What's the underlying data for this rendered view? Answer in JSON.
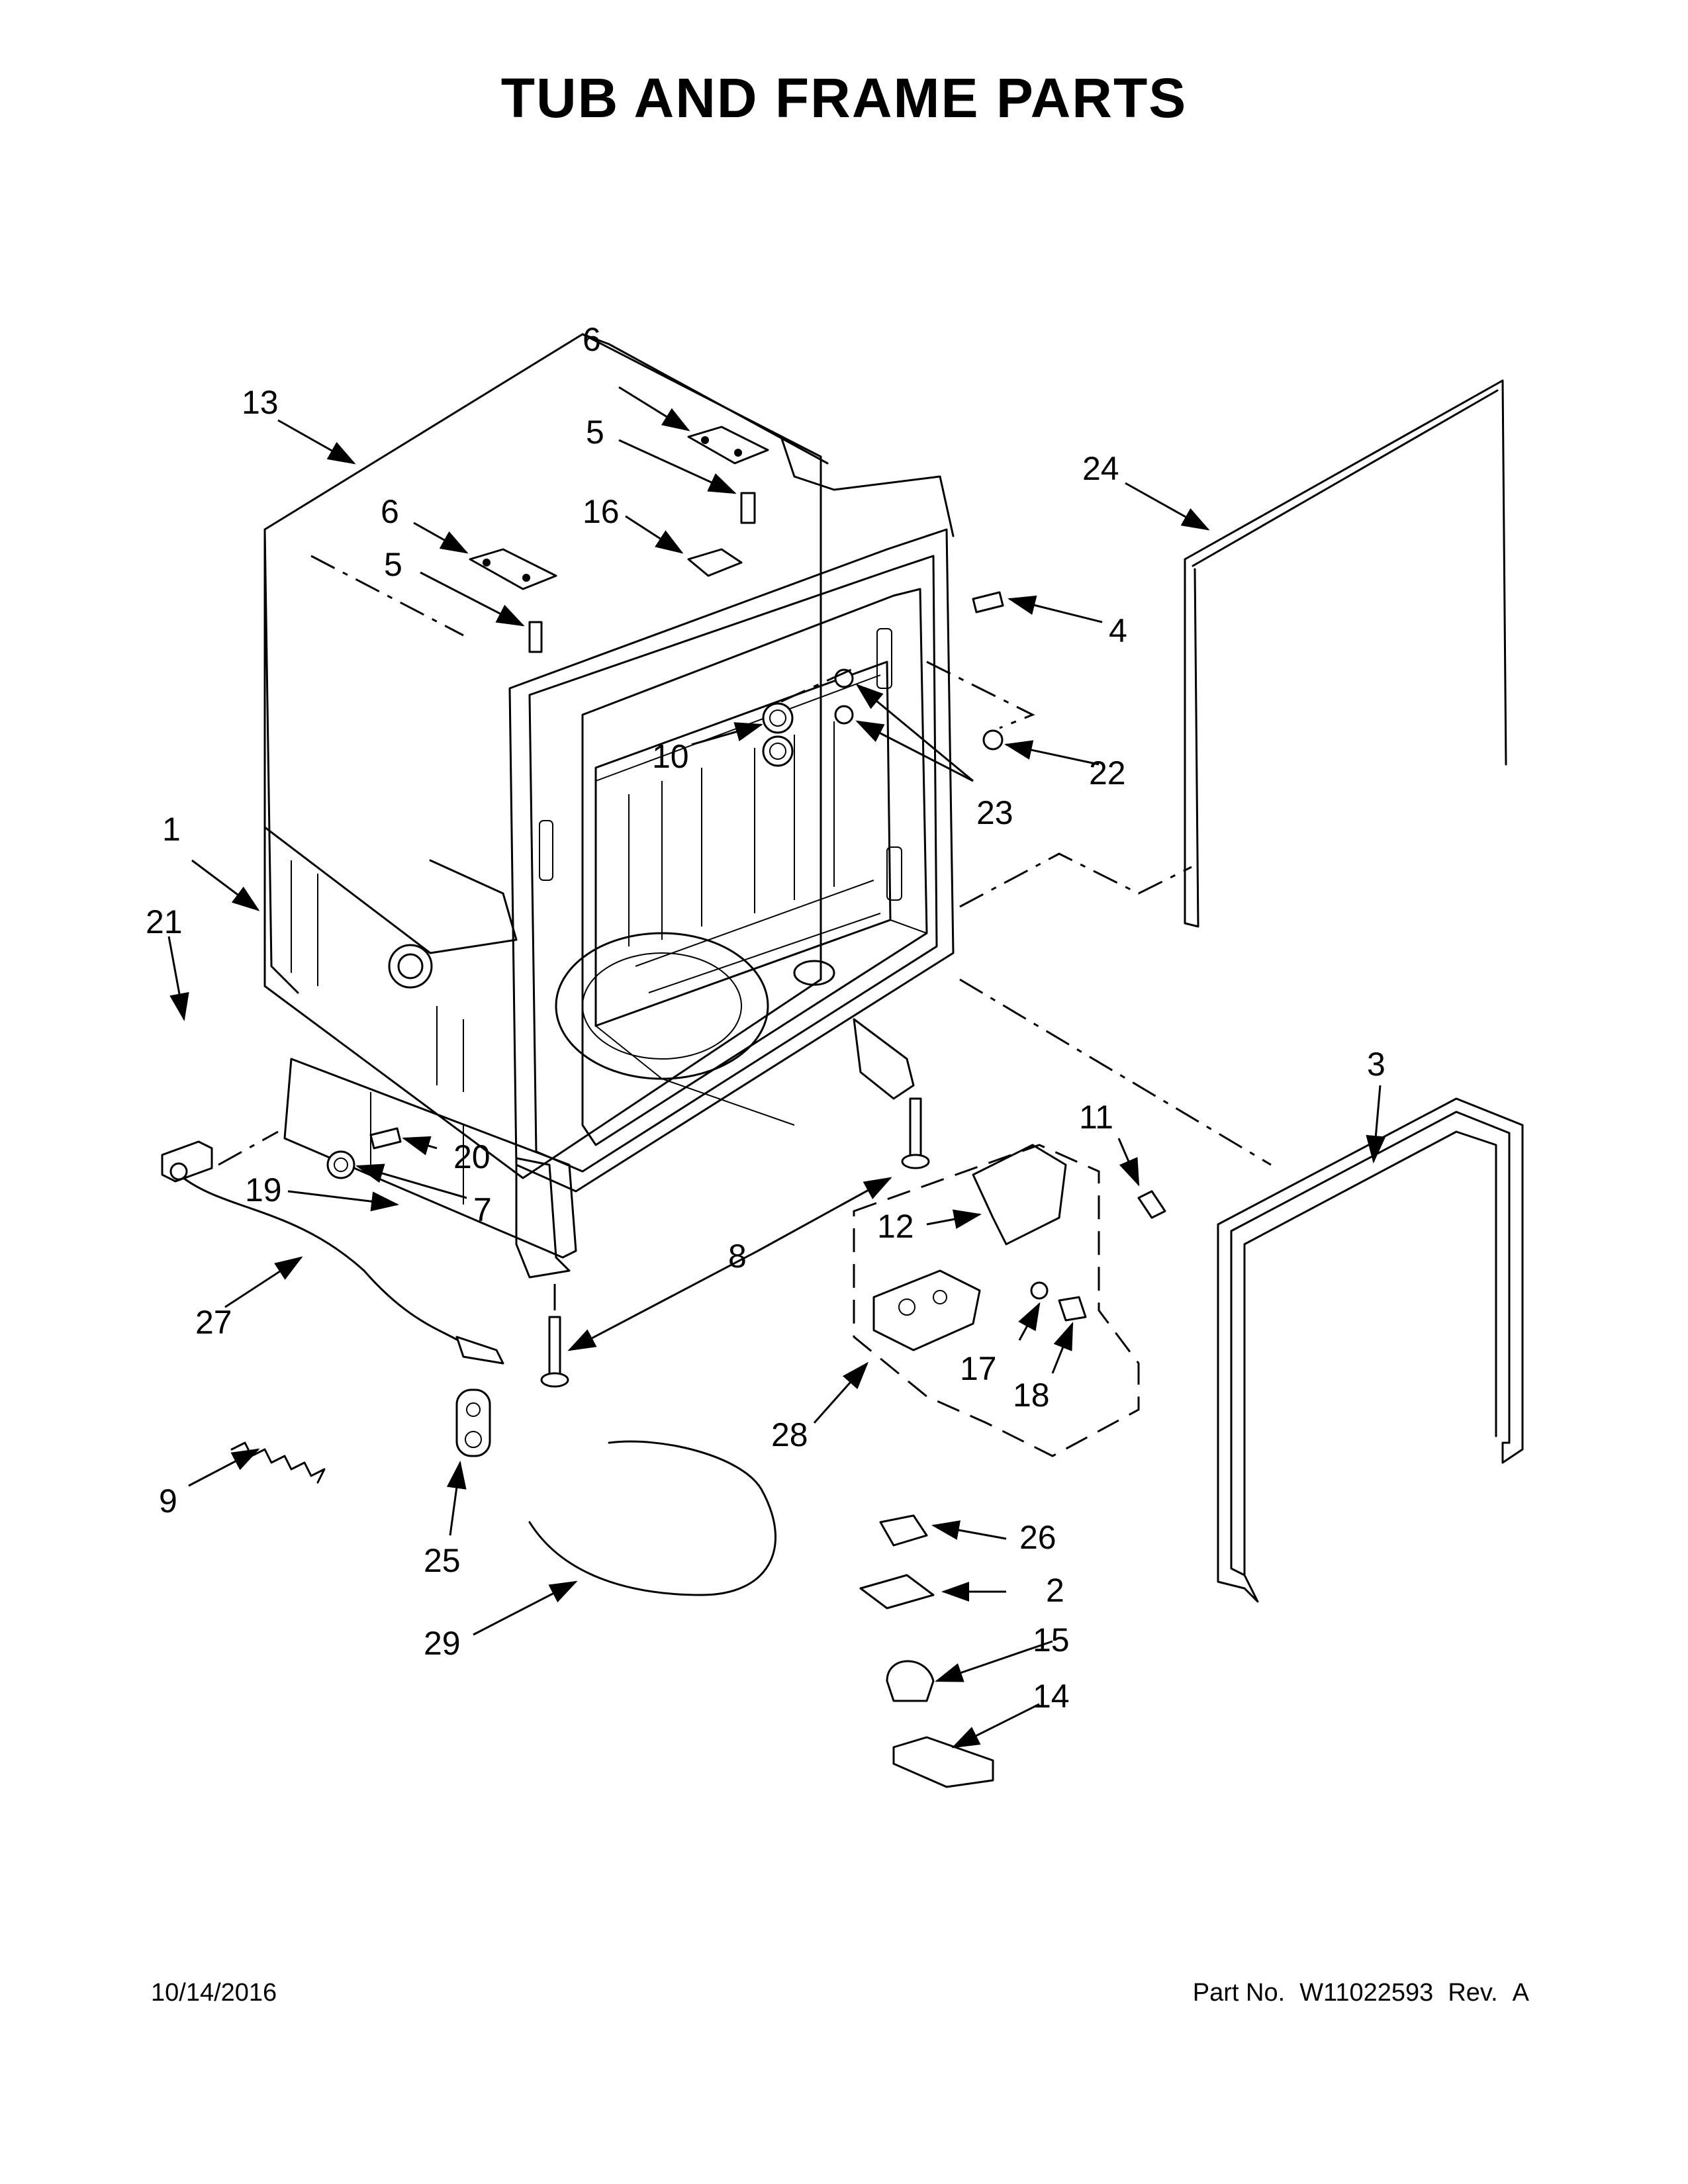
{
  "title": "TUB AND FRAME PARTS",
  "footer": {
    "date": "10/14/2016",
    "part_no_label": "Part No.",
    "part_no": "W11022593",
    "rev_label": "Rev.",
    "rev": "A"
  },
  "callouts": {
    "c1": "1",
    "c2": "2",
    "c3": "3",
    "c4": "4",
    "c5a": "5",
    "c5b": "5",
    "c6a": "6",
    "c6b": "6",
    "c7": "7",
    "c8": "8",
    "c9": "9",
    "c10": "10",
    "c11": "11",
    "c12": "12",
    "c13": "13",
    "c14": "14",
    "c15": "15",
    "c16": "16",
    "c17": "17",
    "c18": "18",
    "c19": "19",
    "c20": "20",
    "c21": "21",
    "c22": "22",
    "c23": "23",
    "c24": "24",
    "c25": "25",
    "c26": "26",
    "c27": "27",
    "c28": "28",
    "c29": "29"
  }
}
